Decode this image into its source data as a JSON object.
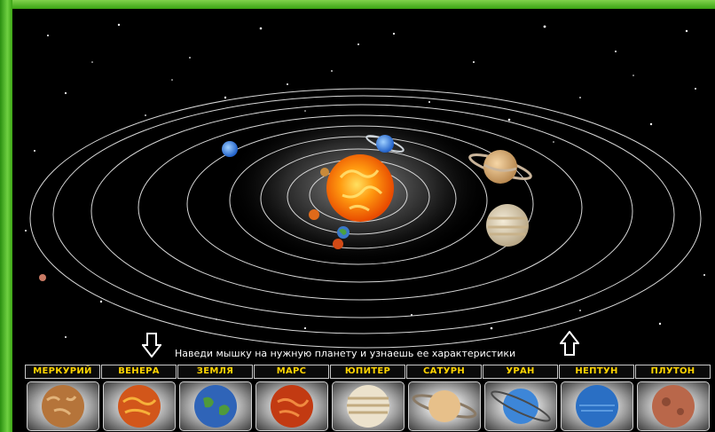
{
  "hint_text": "Наведи мышку на нужную планету и узнаешь ее характеристики",
  "colors": {
    "frame_green": "#3aa313",
    "label_text": "#ffd400",
    "space": "#000000"
  },
  "planets": [
    {
      "label": "МЕРКУРИЙ",
      "icon": "mercury-icon"
    },
    {
      "label": "ВЕНЕРА",
      "icon": "venus-icon"
    },
    {
      "label": "ЗЕМЛЯ",
      "icon": "earth-icon"
    },
    {
      "label": "МАРС",
      "icon": "mars-icon"
    },
    {
      "label": "ЮПИТЕР",
      "icon": "jupiter-icon"
    },
    {
      "label": "САТУРН",
      "icon": "saturn-icon"
    },
    {
      "label": "УРАН",
      "icon": "uranus-icon"
    },
    {
      "label": "НЕПТУН",
      "icon": "neptune-icon"
    },
    {
      "label": "ПЛУТОН",
      "icon": "pluto-icon"
    }
  ]
}
